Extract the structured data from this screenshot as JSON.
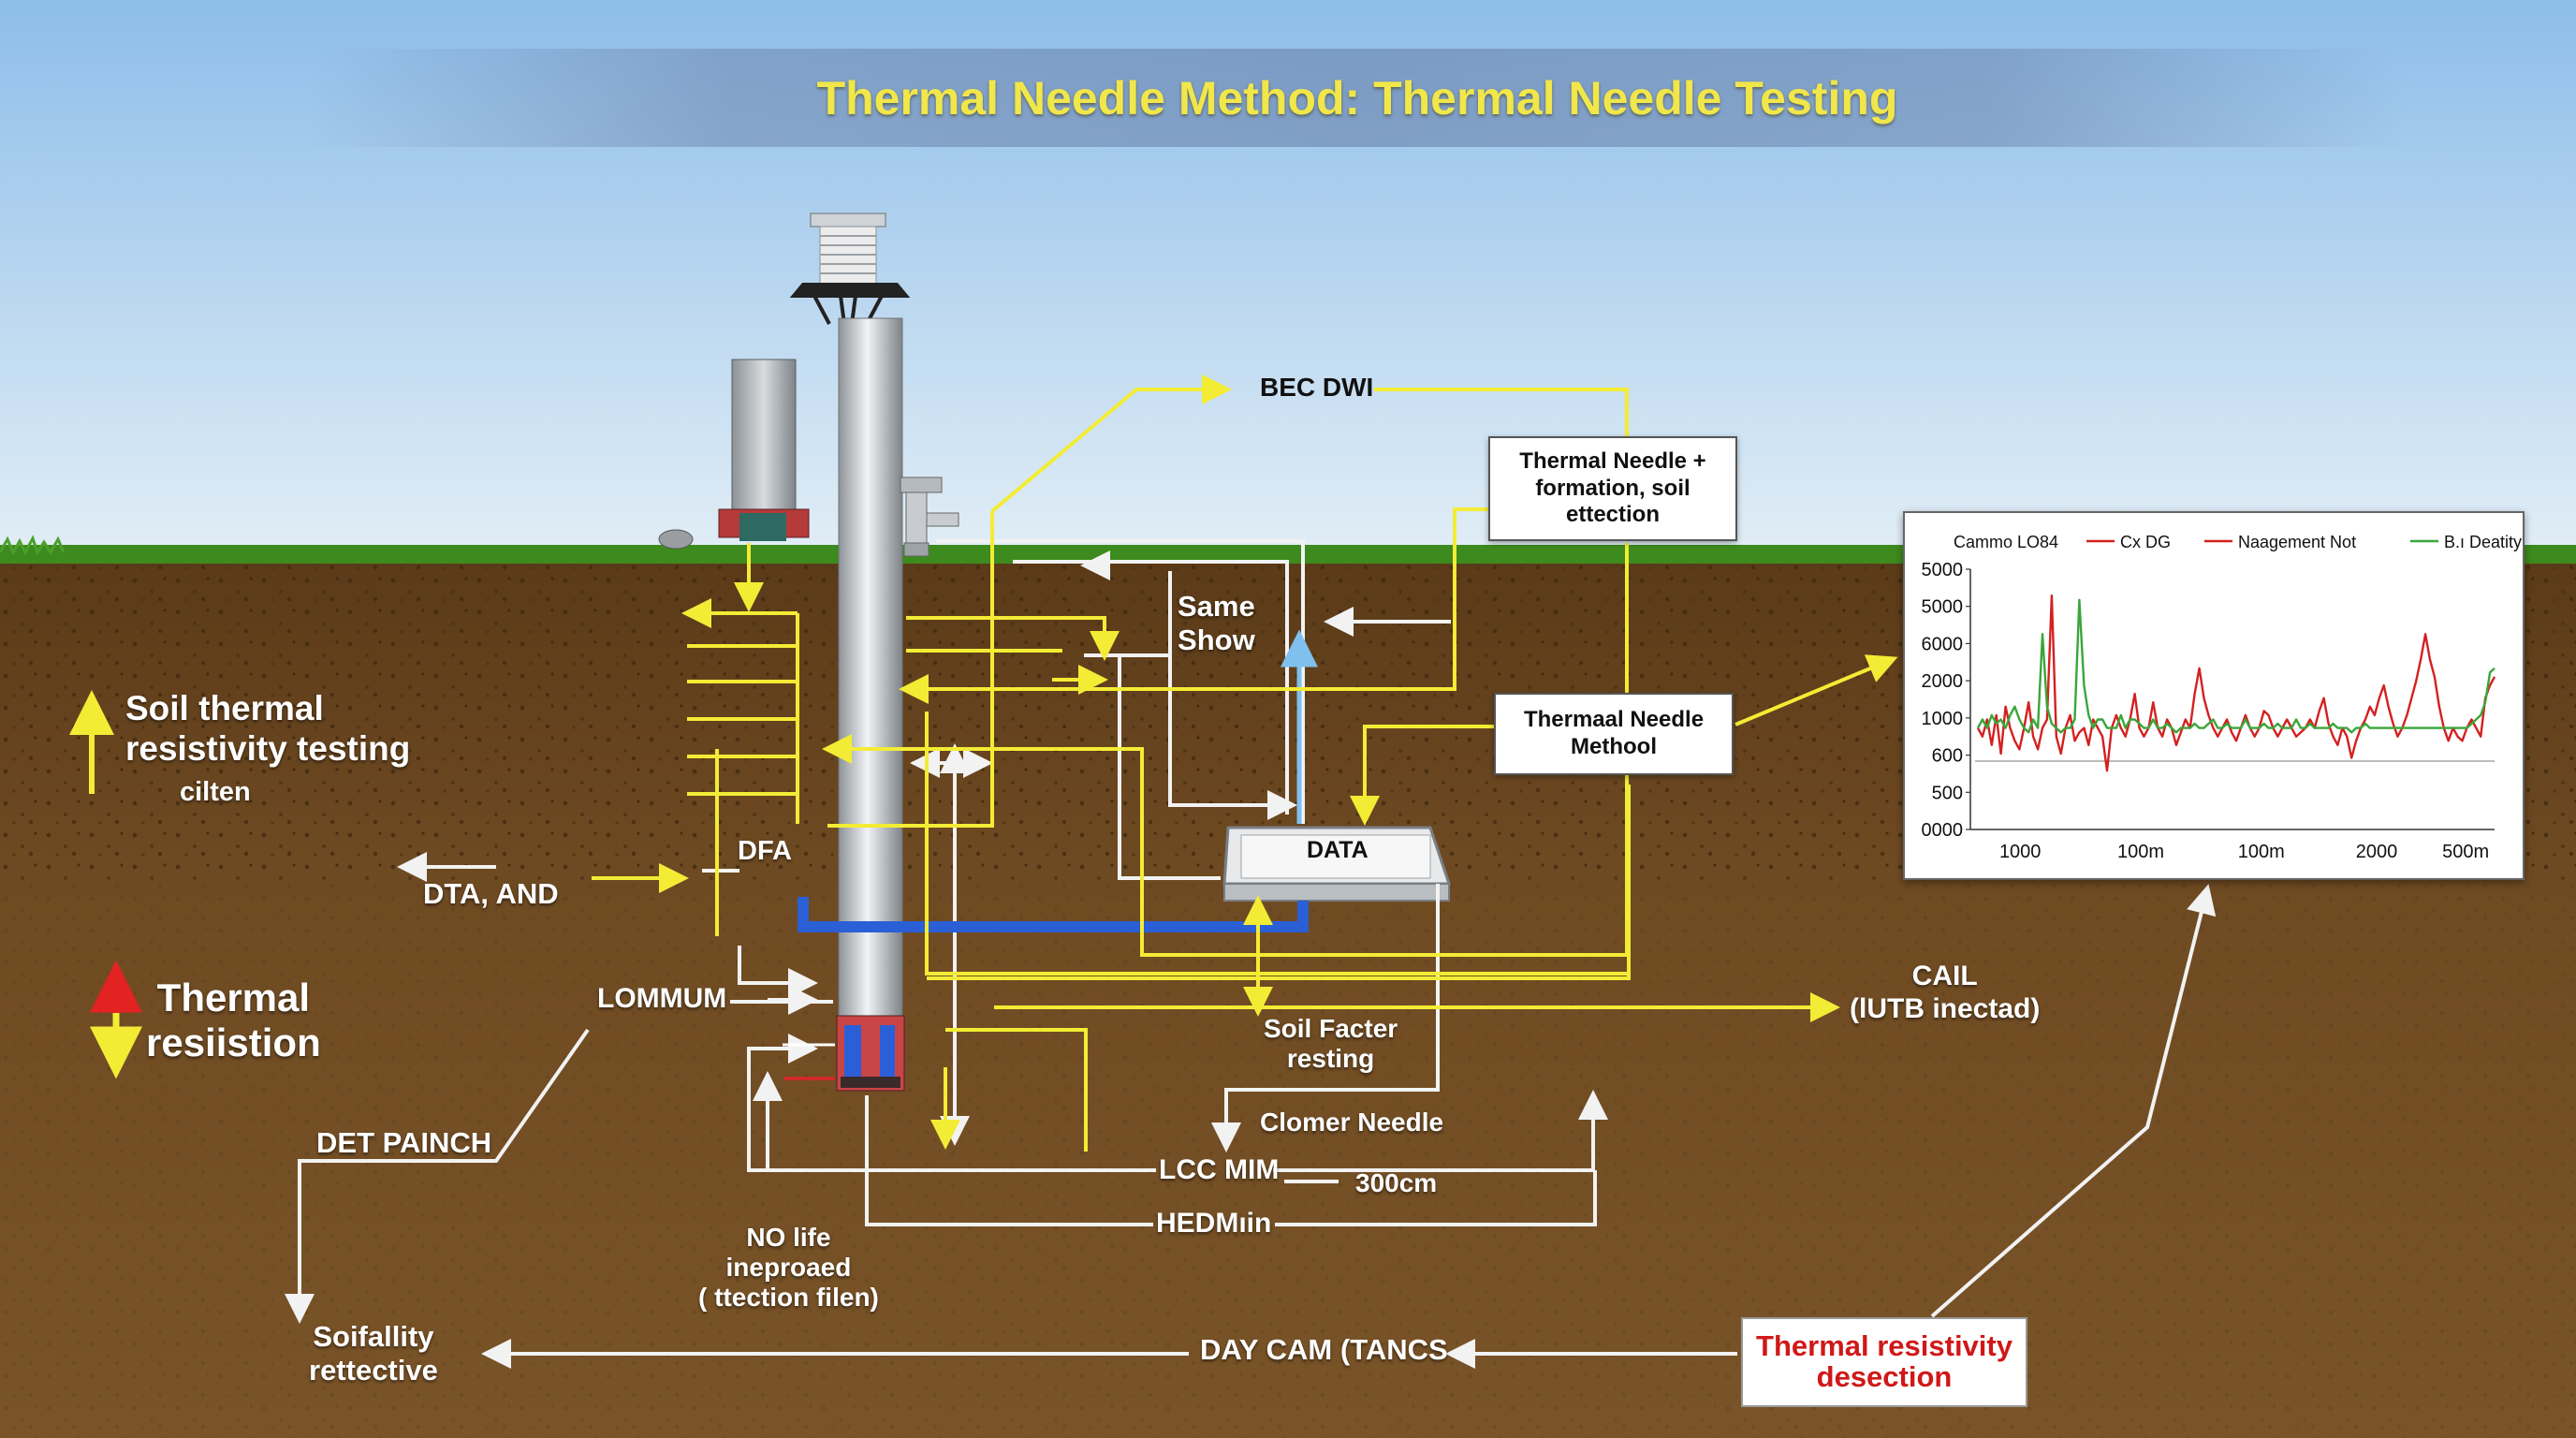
{
  "title": "Thermal Needle Method: Thermal Needle Testing",
  "colors": {
    "sky_top": "#8fbfe8",
    "soil": "#6e4a22",
    "grass": "#3d8a1e",
    "accent_yellow": "#f3ec35",
    "pipe_blue": "#2a5fd6",
    "alert_red": "#d01818"
  },
  "labels": {
    "bec_dwi": "BEC DWI",
    "same_show": "Same\nShow",
    "dfa": "DFA",
    "data_device": "DATA",
    "dta_and": "DTA, AND",
    "lommum": "LOMMUM",
    "det_painch": "DET PAINCH",
    "soil_factor": "Soil Facter\nresting",
    "clomer_needle": "Clomer Needle",
    "lcc_mim": "LCC MIM",
    "cm300": "300cm",
    "hedmin": "HEDMıin",
    "no_life": "NO life\nineproaed\n( ttection filen)",
    "cail": "CAIL\n(lUTB inectad)",
    "soifallity": "Soifallity\nrettective",
    "day_cam": "DAY CAM (TANCS"
  },
  "side_legend": {
    "soil_thermal": "Soil thermal\nresistivity testing",
    "soil_sub": "cilten",
    "thermal_resiistion": "Thermal\nresiistion"
  },
  "boxes": {
    "formation": "Thermal Needle +\nformation, soil\nettection",
    "method": "Thermaal Needle\nMethool",
    "detection": "Thermal resistivity\ndesection"
  },
  "chart_data": {
    "type": "line",
    "legend": [
      "Cammo LO84",
      "Cx DG",
      "Naagement Not",
      "B.ı Deatity"
    ],
    "series_colors": [
      "#222222",
      "#d42020",
      "#d42020",
      "#3aa63a"
    ],
    "y_tick_labels": [
      "5000",
      "5000",
      "6000",
      "2000",
      "1000",
      "600",
      "500",
      "0000"
    ],
    "x_tick_labels": [
      "1000",
      "100m",
      "100m",
      "2000",
      "500m"
    ],
    "series": [
      {
        "color": "#d42020",
        "values": [
          0.3,
          0.26,
          0.34,
          0.22,
          0.36,
          0.18,
          0.4,
          0.3,
          0.24,
          0.2,
          0.3,
          0.42,
          0.26,
          0.2,
          0.3,
          0.34,
          0.92,
          0.26,
          0.18,
          0.3,
          0.36,
          0.24,
          0.28,
          0.3,
          0.22,
          0.34,
          0.3,
          0.26,
          0.1,
          0.3,
          0.36,
          0.3,
          0.26,
          0.34,
          0.46,
          0.3,
          0.26,
          0.3,
          0.42,
          0.3,
          0.26,
          0.34,
          0.3,
          0.22,
          0.28,
          0.34,
          0.3,
          0.46,
          0.58,
          0.44,
          0.36,
          0.3,
          0.26,
          0.3,
          0.34,
          0.28,
          0.24,
          0.3,
          0.36,
          0.3,
          0.26,
          0.3,
          0.38,
          0.36,
          0.3,
          0.26,
          0.3,
          0.34,
          0.3,
          0.26,
          0.28,
          0.3,
          0.34,
          0.3,
          0.38,
          0.44,
          0.32,
          0.26,
          0.22,
          0.3,
          0.26,
          0.16,
          0.24,
          0.3,
          0.34,
          0.4,
          0.36,
          0.44,
          0.5,
          0.4,
          0.32,
          0.26,
          0.3,
          0.36,
          0.44,
          0.52,
          0.62,
          0.74,
          0.62,
          0.54,
          0.4,
          0.3,
          0.24,
          0.3,
          0.26,
          0.24,
          0.3,
          0.34,
          0.3,
          0.26,
          0.44,
          0.5,
          0.54
        ]
      },
      {
        "color": "#3aa63a",
        "values": [
          0.3,
          0.34,
          0.3,
          0.36,
          0.32,
          0.34,
          0.3,
          0.36,
          0.4,
          0.34,
          0.3,
          0.28,
          0.34,
          0.3,
          0.74,
          0.4,
          0.32,
          0.3,
          0.28,
          0.3,
          0.3,
          0.34,
          0.9,
          0.5,
          0.36,
          0.3,
          0.34,
          0.34,
          0.3,
          0.3,
          0.3,
          0.36,
          0.3,
          0.34,
          0.34,
          0.32,
          0.3,
          0.3,
          0.34,
          0.3,
          0.3,
          0.32,
          0.3,
          0.28,
          0.3,
          0.3,
          0.3,
          0.32,
          0.3,
          0.3,
          0.32,
          0.34,
          0.3,
          0.3,
          0.32,
          0.3,
          0.3,
          0.3,
          0.34,
          0.3,
          0.3,
          0.3,
          0.32,
          0.3,
          0.3,
          0.32,
          0.3,
          0.3,
          0.3,
          0.34,
          0.3,
          0.3,
          0.32,
          0.3,
          0.3,
          0.3,
          0.3,
          0.32,
          0.3,
          0.3,
          0.3,
          0.28,
          0.3,
          0.3,
          0.32,
          0.3,
          0.3,
          0.3,
          0.3,
          0.3,
          0.3,
          0.3,
          0.3,
          0.3,
          0.3,
          0.3,
          0.3,
          0.3,
          0.3,
          0.3,
          0.3,
          0.3,
          0.3,
          0.3,
          0.3,
          0.3,
          0.3,
          0.32,
          0.34,
          0.36,
          0.42,
          0.56,
          0.58
        ]
      }
    ]
  }
}
